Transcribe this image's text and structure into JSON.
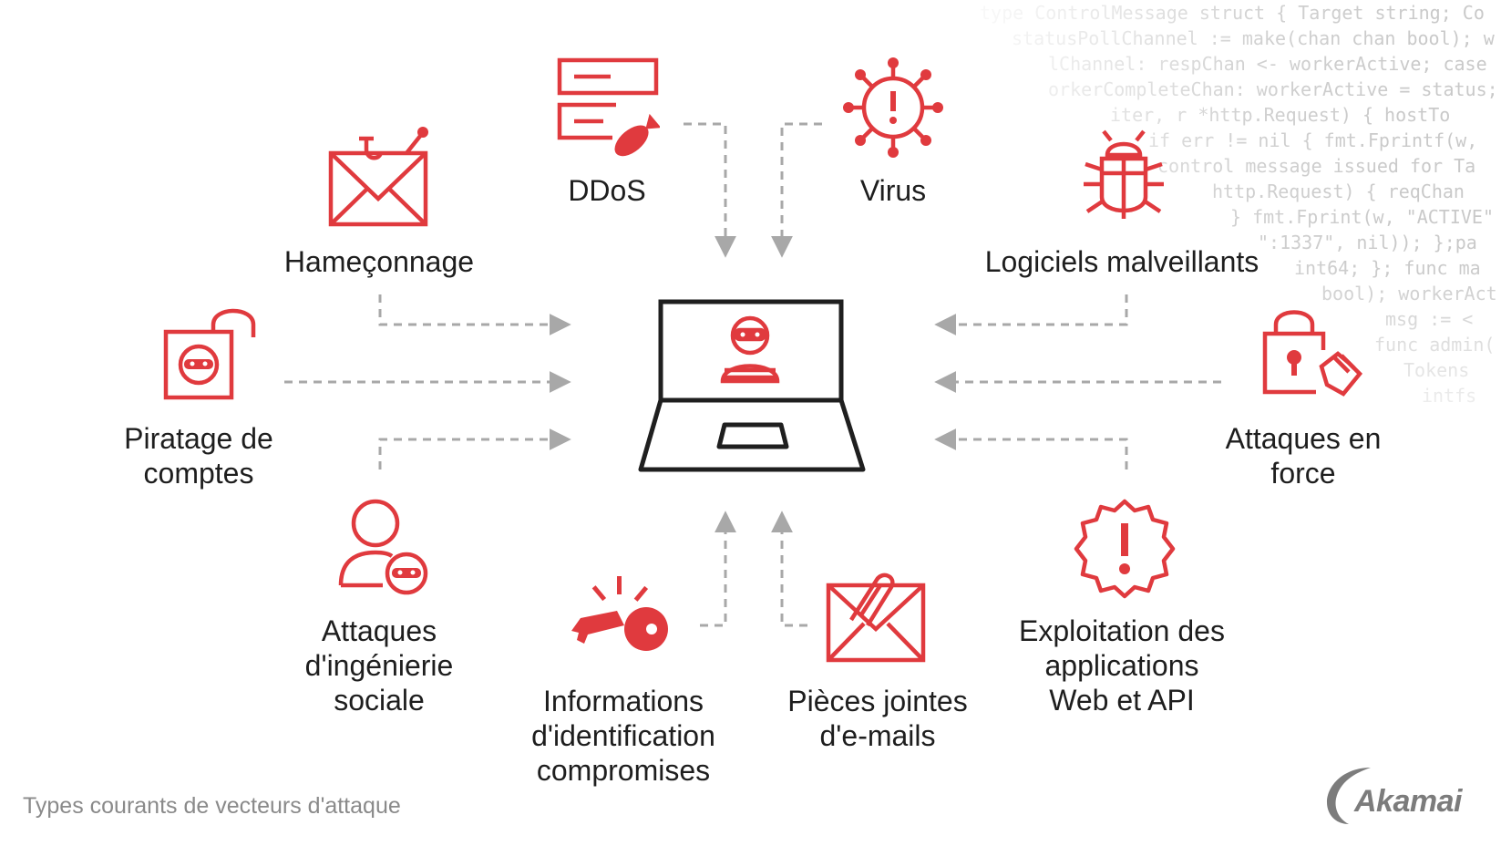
{
  "code_lines": [
    "type ControlMessage struct { Target string; Co",
    "statusPollChannel := make(chan chan bool); w",
    "lChannel: respChan <- workerActive; case",
    "orkerCompleteChan: workerActive = status;",
    "iter, r *http.Request) { hostTo",
    "if err != nil { fmt.Fprintf(w,",
    "control message issued for Ta",
    "http.Request) { reqChan",
    "} fmt.Fprint(w, \"ACTIVE\"",
    "\":1337\", nil)); };pa",
    "int64; }; func ma",
    "bool); workerAct",
    "msg := <",
    "func admin(",
    "Tokens",
    "intfs"
  ],
  "nodes": {
    "ddos": {
      "label": "DDoS"
    },
    "virus": {
      "label": "Virus"
    },
    "phishing": {
      "label": "Hameçonnage"
    },
    "malware": {
      "label": "Logiciels malveillants"
    },
    "account_hijacking": {
      "label_lines": [
        "Piratage de",
        "comptes"
      ]
    },
    "brute_force": {
      "label_lines": [
        "Attaques en",
        "force"
      ]
    },
    "social_engineering": {
      "label_lines": [
        "Attaques",
        "d'ingénierie",
        "sociale"
      ]
    },
    "credentials": {
      "label_lines": [
        "Informations",
        "d'identification",
        "compromises"
      ]
    },
    "attachments": {
      "label_lines": [
        "Pièces jointes",
        "d'e-mails"
      ]
    },
    "web_api": {
      "label_lines": [
        "Exploitation des",
        "applications",
        "Web et API"
      ]
    }
  },
  "caption": "Types courants de vecteurs d'attaque",
  "logo": {
    "text": "Akamai"
  },
  "colors": {
    "accent": "#e03a3e",
    "icon_dark": "#1f1f1f",
    "arrow": "#a8a8a8",
    "text": "#1e1e1e",
    "caption": "#8a8a8a"
  }
}
